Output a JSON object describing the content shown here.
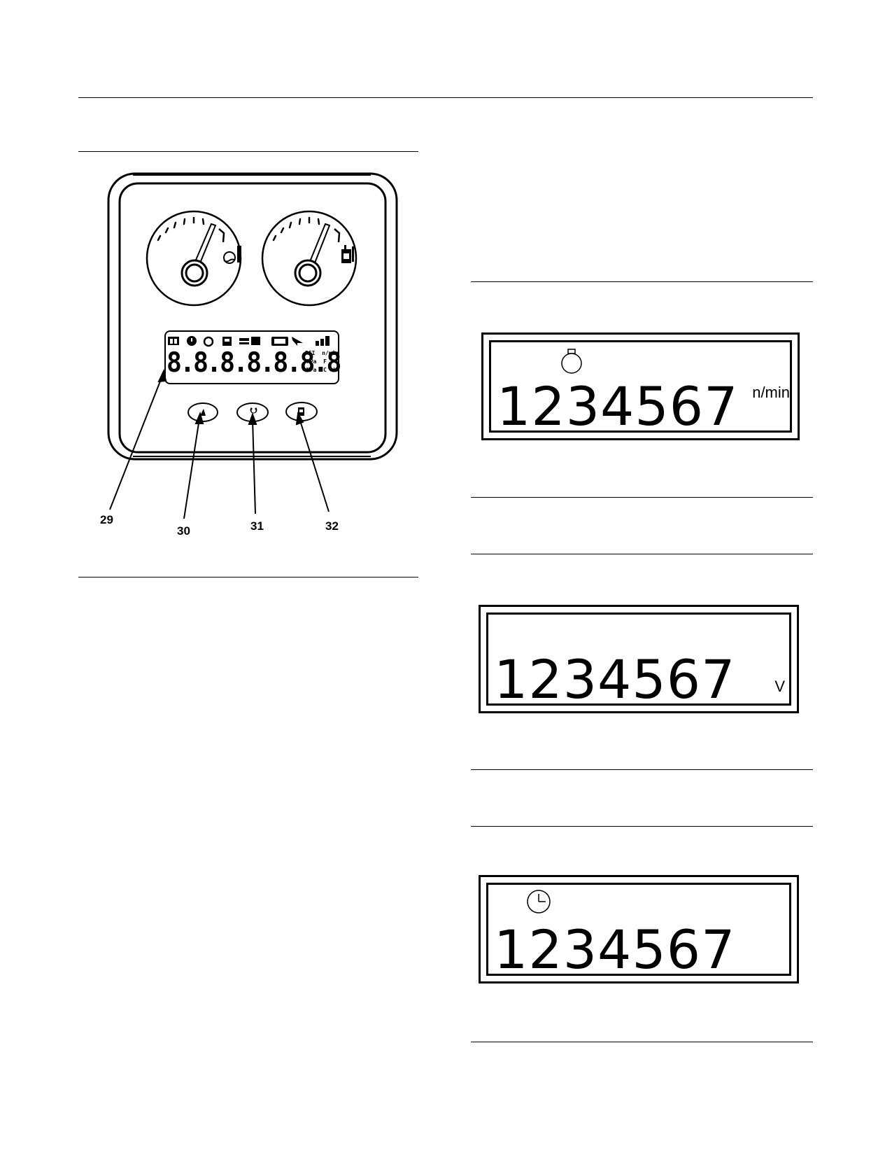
{
  "instrument_panel": {
    "callouts": [
      "29",
      "30",
      "31",
      "32"
    ],
    "gauges": [
      {
        "name": "coolant-temperature",
        "icon": "coolant-temperature-icon"
      },
      {
        "name": "fuel-level",
        "icon": "fuel-pump-icon"
      }
    ],
    "segment_display": {
      "digits": "8.8.8.8.8.8.8",
      "units_row1": "PSI  n/min",
      "units_row2": "kPa  F  %",
      "units_row3": "MPa °C  V"
    }
  },
  "displays": [
    {
      "digits": "1234567",
      "unit": "n/min",
      "icon": "engine-speed-icon"
    },
    {
      "digits": "1234567",
      "unit": "V",
      "icon": ""
    },
    {
      "digits": "1234567",
      "unit": "",
      "icon": "hour-meter-clock-icon"
    }
  ]
}
